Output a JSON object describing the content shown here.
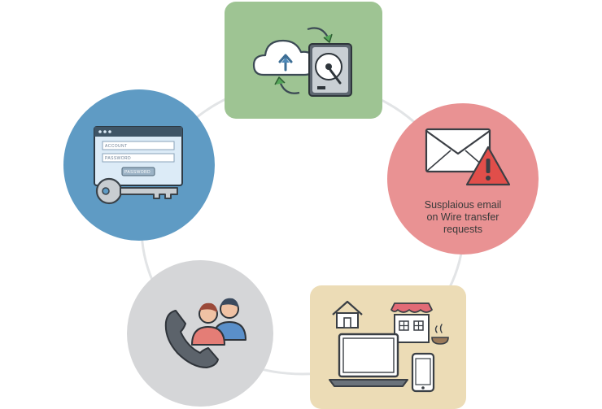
{
  "login": {
    "account_label": "ACCOUNT",
    "password_label": "PASSWORD",
    "password_button": "PASSWORD"
  },
  "phishing": {
    "caption_lines": [
      "Susplaious email",
      "on Wire transfer",
      "requests"
    ]
  },
  "colors": {
    "backup_bg": "#9ec493",
    "login_bg": "#5f9bc4",
    "phishing_bg": "#e99293",
    "phone_bg": "#d5d6d8",
    "remote_bg": "#ecdcb6",
    "ring": "#e2e4e6"
  },
  "icons": {
    "backup": [
      "cloud-upload-icon",
      "hard-drive-icon",
      "sync-arrows-icon"
    ],
    "login": [
      "login-window-icon",
      "key-icon"
    ],
    "phishing": [
      "envelope-icon",
      "warning-triangle-icon"
    ],
    "phone": [
      "phone-handset-icon",
      "people-icon"
    ],
    "remote": [
      "house-icon",
      "shop-icon",
      "laptop-icon",
      "smartphone-icon",
      "coffee-cup-icon"
    ]
  }
}
